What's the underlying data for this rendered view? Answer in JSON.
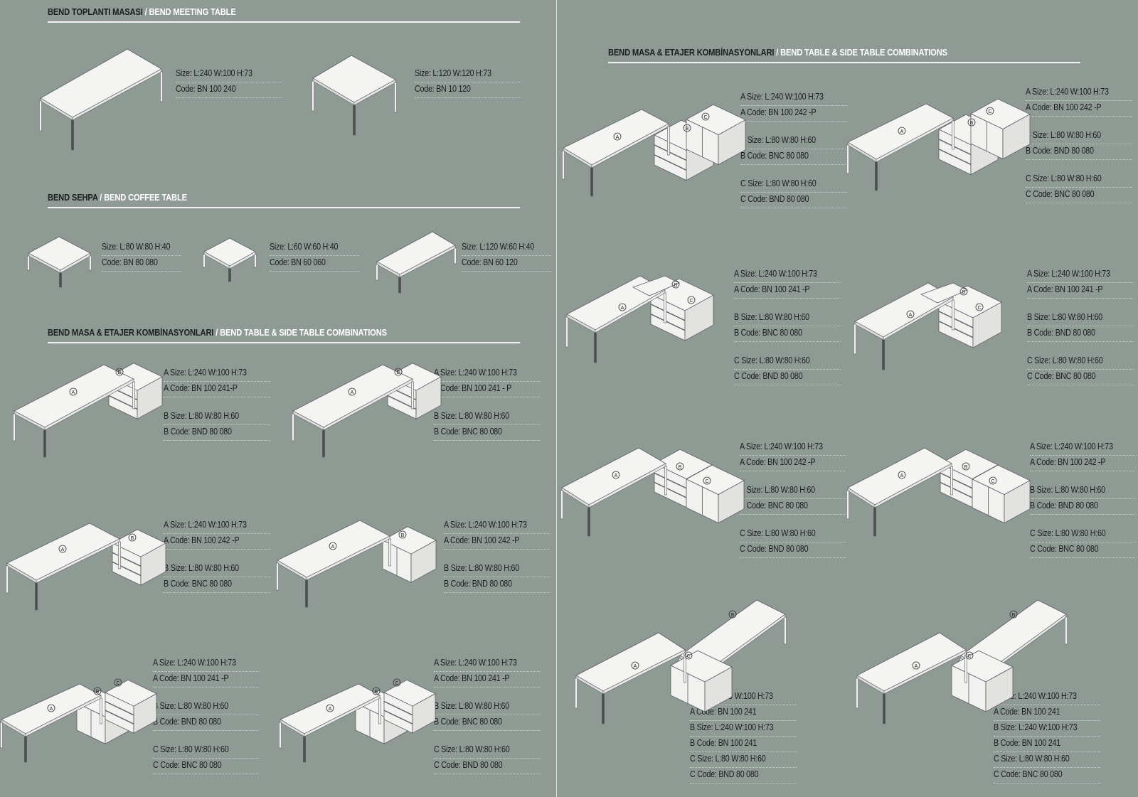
{
  "meeting": {
    "title_tr": "BEND TOPLANTI MASASI",
    "title_en": "BEND MEETING TABLE",
    "items": [
      {
        "lines": [
          "Size: L:240 W:100 H:73",
          "Code: BN 100 240"
        ]
      },
      {
        "lines": [
          "Size: L:120 W:120 H:73",
          "Code: BN 10 120"
        ]
      }
    ]
  },
  "coffee": {
    "title_tr": "BEND SEHPA",
    "title_en": "BEND COFFEE TABLE",
    "items": [
      {
        "lines": [
          "Size: L:80 W:80 H:40",
          "Code: BN 80 080"
        ]
      },
      {
        "lines": [
          "Size: L:60 W:60 H:40",
          "Code: BN 60 060"
        ]
      },
      {
        "lines": [
          "Size: L:120 W:60 H:40",
          "Code: BN 60 120"
        ]
      }
    ]
  },
  "combos_left": {
    "title_tr": "BEND MASA & ETAJER KOMBİNASYONLARI",
    "title_en": "BEND TABLE & SIDE TABLE COMBINATIONS",
    "items": [
      {
        "lines": [
          "A Size: L:240  W:100  H:73",
          "A Code: BN 100 241-P",
          "B Size: L:80 W:80 H:60",
          "B Code: BND 80 080"
        ]
      },
      {
        "lines": [
          "A Size: L:240  W:100  H:73",
          "A Code: BN 100 241 - P",
          "B Size: L:80 W:80 H:60",
          "B Code: BNC 80 080"
        ]
      },
      {
        "lines": [
          "A Size: L:240  W:100  H:73",
          "A Code: BN 100 242 -P",
          "B Size: L:80 W:80 H:60",
          "B Code: BNC 80 080"
        ]
      },
      {
        "lines": [
          "A Size: L:240  W:100  H:73",
          "A Code: BN 100 242 -P",
          "B Size: L:80 W:80 H:60",
          "B Code: BND 80 080"
        ]
      },
      {
        "lines": [
          "A Size: L:240  W:100  H:73",
          "A Code: BN 100 241 -P",
          "B Size: L:80 W:80 H:60",
          "B Code: BND 80 080",
          "C Size: L:80 W:80 H:60",
          "C Code: BNC 80 080"
        ]
      },
      {
        "lines": [
          "A Size: L:240  W:100  H:73",
          "A Code: BN 100 241 -P",
          "B Size: L:80 W:80 H:60",
          "B Code: BNC 80 080",
          "C Size: L:80 W:80 H:60",
          "C Code: BND 80 080"
        ]
      }
    ]
  },
  "combos_right": {
    "title_tr": "BEND MASA & ETAJER KOMBİNASYONLARI",
    "title_en": "BEND TABLE & SIDE TABLE COMBINATIONS",
    "items": [
      {
        "lines": [
          "A Size: L:240  W:100  H:73",
          "A Code: BN 100 242 -P",
          "B Size: L:80 W:80 H:60",
          "B Code: BNC 80 080",
          "C Size: L:80 W:80 H:60",
          "C Code: BND 80 080"
        ]
      },
      {
        "lines": [
          "A Size: L:240  W:100  H:73",
          "A Code: BN 100 242 -P",
          "B Size: L:80 W:80 H:60",
          "B Code: BND 80 080",
          "C Size: L:80 W:80 H:60",
          "C Code: BNC 80 080"
        ]
      },
      {
        "lines": [
          "A Size: L:240  W:100  H:73",
          "A Code: BN 100 241 -P",
          "B Size: L:80 W:80 H:60",
          "B Code: BNC 80 080",
          "C Size: L:80 W:80 H:60",
          "C Code: BND 80 080"
        ]
      },
      {
        "lines": [
          "A Size: L:240  W:100  H:73",
          "A Code: BN 100 241 -P",
          "B Size: L:80 W:80 H:60",
          "B Code: BND 80 080",
          "C Size: L:80 W:80 H:60",
          "C Code: BNC 80 080"
        ]
      },
      {
        "lines": [
          "A Size: L:240  W:100  H:73",
          "A Code: BN 100 242 -P",
          "B Size: L:80 W:80 H:60",
          "B Code: BNC 80 080",
          "C Size: L:80 W:80 H:60",
          "C Code: BND 80 080"
        ]
      },
      {
        "lines": [
          "A Size: L:240  W:100  H:73",
          "A Code: BN 100 242 -P",
          "B Size: L:80 W:80 H:60",
          "B Code: BND 80 080",
          "C Size: L:80 W:80 H:60",
          "C Code: BNC 80 080"
        ]
      },
      {
        "lines": [
          "A Size: L:240  W:100  H:73",
          "A Code: BN 100 241",
          "B Size: L:240  W:100  H:73",
          "B Code: BN 100 241",
          "C Size: L:80 W:80 H:60",
          "C Code: BND 80 080"
        ]
      },
      {
        "lines": [
          "A Size: L:240  W:100  H:73",
          "A Code: BN 100 241",
          "B Size: L:240  W:100  H:73",
          "B Code: BN 100 241",
          "C Size: L:80 W:80 H:60",
          "C Code: BNC 80 080"
        ]
      }
    ]
  },
  "tags": {
    "a": "A",
    "b": "B",
    "c": "C"
  },
  "colors": {
    "background": "#8f9a95",
    "title_dark": "#1a1e1d",
    "title_light": "#ffffff",
    "rule": "#f2f4f3",
    "table_top": "#f4f4f2",
    "edge": "#5a5f5d"
  }
}
